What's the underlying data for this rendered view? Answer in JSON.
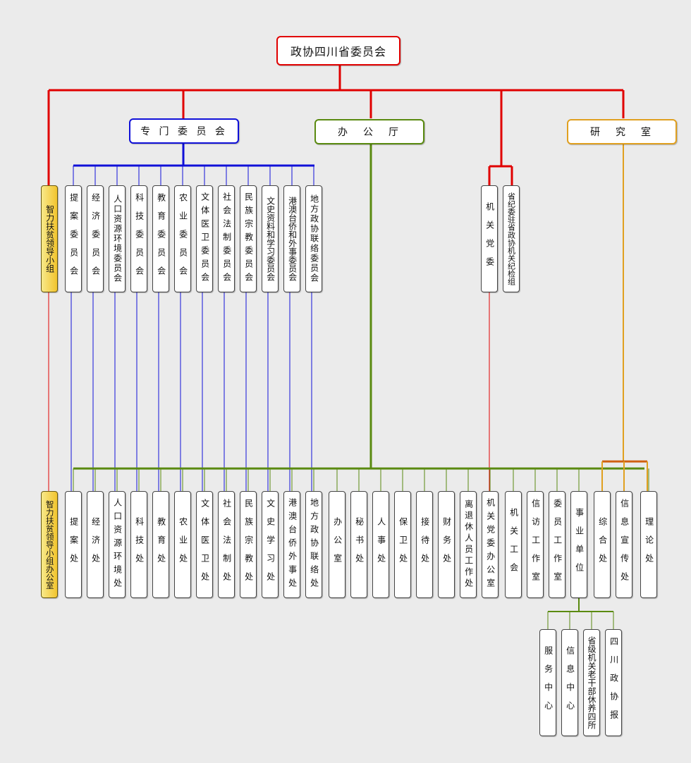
{
  "colors": {
    "red": "#e00000",
    "blue": "#1010d8",
    "green": "#5a8a10",
    "orange": "#e0a020",
    "dark_orange": "#d06010",
    "gold": "#f2c42e"
  },
  "root": {
    "label": "政协四川省委员会"
  },
  "l1": {
    "committees": {
      "label": "专 门 委 员 会"
    },
    "office": {
      "label": "办　公　厅"
    },
    "research": {
      "label": "研　究　室"
    }
  },
  "poverty_group": {
    "label": "智力扶贫领导小组"
  },
  "committees": [
    {
      "label": "提案委员会"
    },
    {
      "label": "经济委员会"
    },
    {
      "label": "人口资源环境委员会"
    },
    {
      "label": "科技委员会"
    },
    {
      "label": "教育委员会"
    },
    {
      "label": "农业委员会"
    },
    {
      "label": "文体医卫委员会"
    },
    {
      "label": "社会法制委员会"
    },
    {
      "label": "民族宗教委员会"
    },
    {
      "label": "文史资料和学习委员会"
    },
    {
      "label": "港澳台侨和外事委员会"
    },
    {
      "label": "地方政协联络委员会"
    }
  ],
  "party": [
    {
      "label": "机关党委"
    },
    {
      "label": "省纪委驻省政协机关纪检组"
    }
  ],
  "poverty_office": {
    "label": "智力扶贫领导小组办公室"
  },
  "departments": [
    {
      "label": "提案处"
    },
    {
      "label": "经济处"
    },
    {
      "label": "人口资源环境处"
    },
    {
      "label": "科技处"
    },
    {
      "label": "教育处"
    },
    {
      "label": "农业处"
    },
    {
      "label": "文体医卫处"
    },
    {
      "label": "社会法制处"
    },
    {
      "label": "民族宗教处"
    },
    {
      "label": "文史学习处"
    },
    {
      "label": "港澳台侨外事处"
    },
    {
      "label": "地方政协联络处"
    },
    {
      "label": "办公室"
    },
    {
      "label": "秘书处"
    },
    {
      "label": "人事处"
    },
    {
      "label": "保卫处"
    },
    {
      "label": "接待处"
    },
    {
      "label": "财务处"
    },
    {
      "label": "离退休人员工作处"
    },
    {
      "label": "机关党委办公室"
    },
    {
      "label": "机关工会"
    },
    {
      "label": "信访工作室"
    },
    {
      "label": "委员工作室"
    },
    {
      "label": "事业单位"
    },
    {
      "label": "综合处"
    },
    {
      "label": "信息宣传处"
    },
    {
      "label": "理论处"
    }
  ],
  "units": [
    {
      "label": "服务中心"
    },
    {
      "label": "信息中心"
    },
    {
      "label": "省级机关老干部休养四所"
    },
    {
      "label": "四川政协报"
    }
  ]
}
